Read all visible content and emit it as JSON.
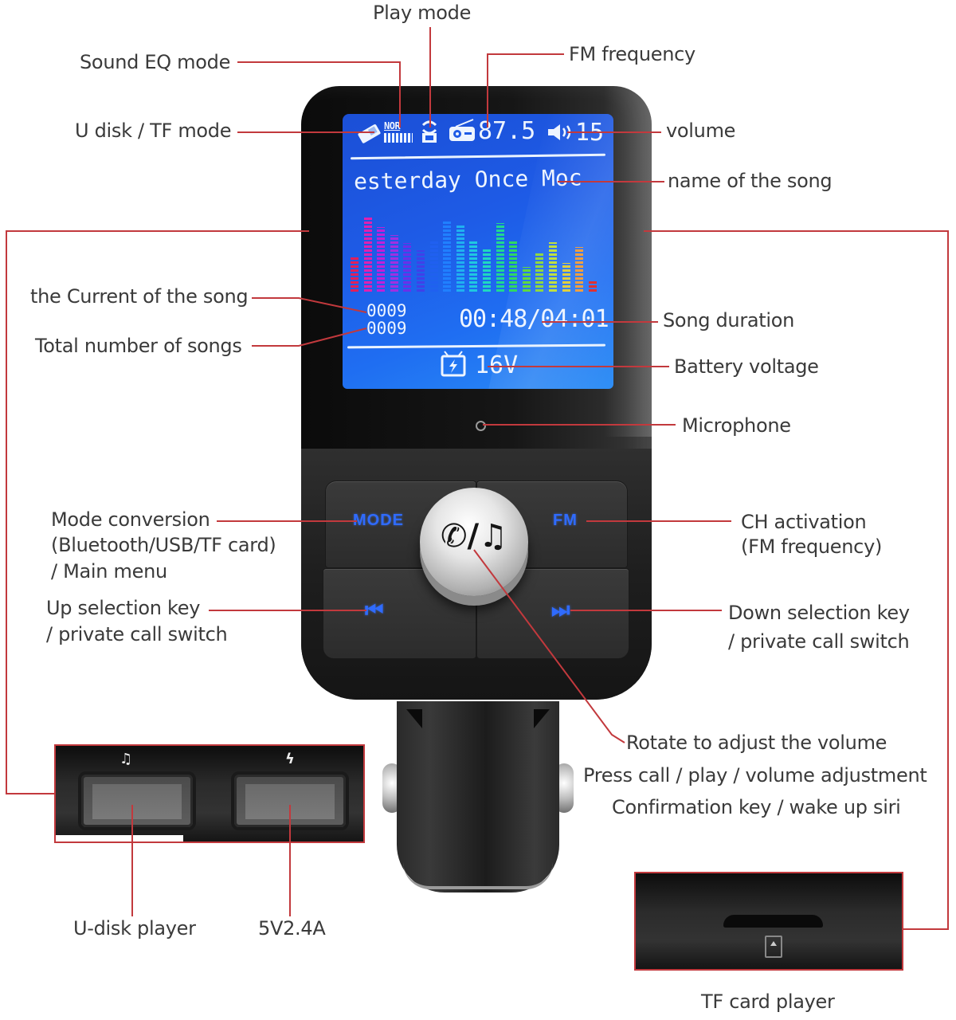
{
  "diagram": {
    "title": "FM transmitter car charger — feature callouts",
    "accent_line_color": "#c2393d",
    "screen_color": "#1e5be6",
    "key_color": "#2f6bff"
  },
  "screen": {
    "eq_icon_label": "NOR",
    "fm_frequency": "87.5",
    "volume": "15",
    "song_name": "esterday Once Moc",
    "current_song": "0009",
    "total_songs": "0009",
    "time": "00:48/04:01",
    "battery_voltage": "16V",
    "icons": [
      "u-disk-tf-icon",
      "eq-nor-icon",
      "play-mode-repeat-icon",
      "radio-icon",
      "speaker-volume-icon",
      "battery-icon"
    ]
  },
  "eq_bars": {
    "heights": [
      34,
      72,
      62,
      55,
      47,
      40,
      50,
      68,
      64,
      50,
      42,
      66,
      50,
      24,
      38,
      48,
      28,
      43,
      10
    ],
    "colors": [
      "#e0205a",
      "#e020b0",
      "#c020d8",
      "#a030e0",
      "#6a30e8",
      "#4040e8",
      "#2060f0",
      "#2080ff",
      "#20b0f0",
      "#20c8e0",
      "#20d8c0",
      "#20d890",
      "#30d860",
      "#60d840",
      "#90d840",
      "#c0e040",
      "#e0d040",
      "#f0a040",
      "#e03030"
    ]
  },
  "keys": {
    "mode": "MODE",
    "fm": "FM",
    "prev_symbol": "⏮",
    "next_symbol": "⏭",
    "knob_symbol": "✆/♫"
  },
  "ports": {
    "usb_music_symbol": "♫",
    "usb_power_symbol": "ϟ"
  },
  "callouts": {
    "play_mode": "Play mode",
    "sound_eq_mode": "Sound EQ mode",
    "fm_frequency": "FM frequency",
    "u_disk_tf_mode": "U disk / TF mode",
    "volume": "volume",
    "name_of_song": "name of the song",
    "current_song": "the Current of the song",
    "song_duration": "Song duration",
    "total_songs": "Total number of songs",
    "battery_voltage": "Battery voltage",
    "microphone": "Microphone",
    "mode_conversion_1": "Mode conversion",
    "mode_conversion_2": "(Bluetooth/USB/TF card)",
    "mode_conversion_3": "/ Main menu",
    "ch_activation_1": "CH activation",
    "ch_activation_2": "(FM frequency)",
    "up_key_1": "Up selection key",
    "up_key_2": "/ private call switch",
    "down_key_1": "Down selection key",
    "down_key_2": "/ private call switch",
    "knob_1": "Rotate to adjust the volume",
    "knob_2": "Press call / play / volume adjustment",
    "knob_3": "Confirmation key / wake up siri",
    "u_disk_player": "U-disk player",
    "power_output": "5V2.4A",
    "tf_card_player": "TF card player"
  }
}
